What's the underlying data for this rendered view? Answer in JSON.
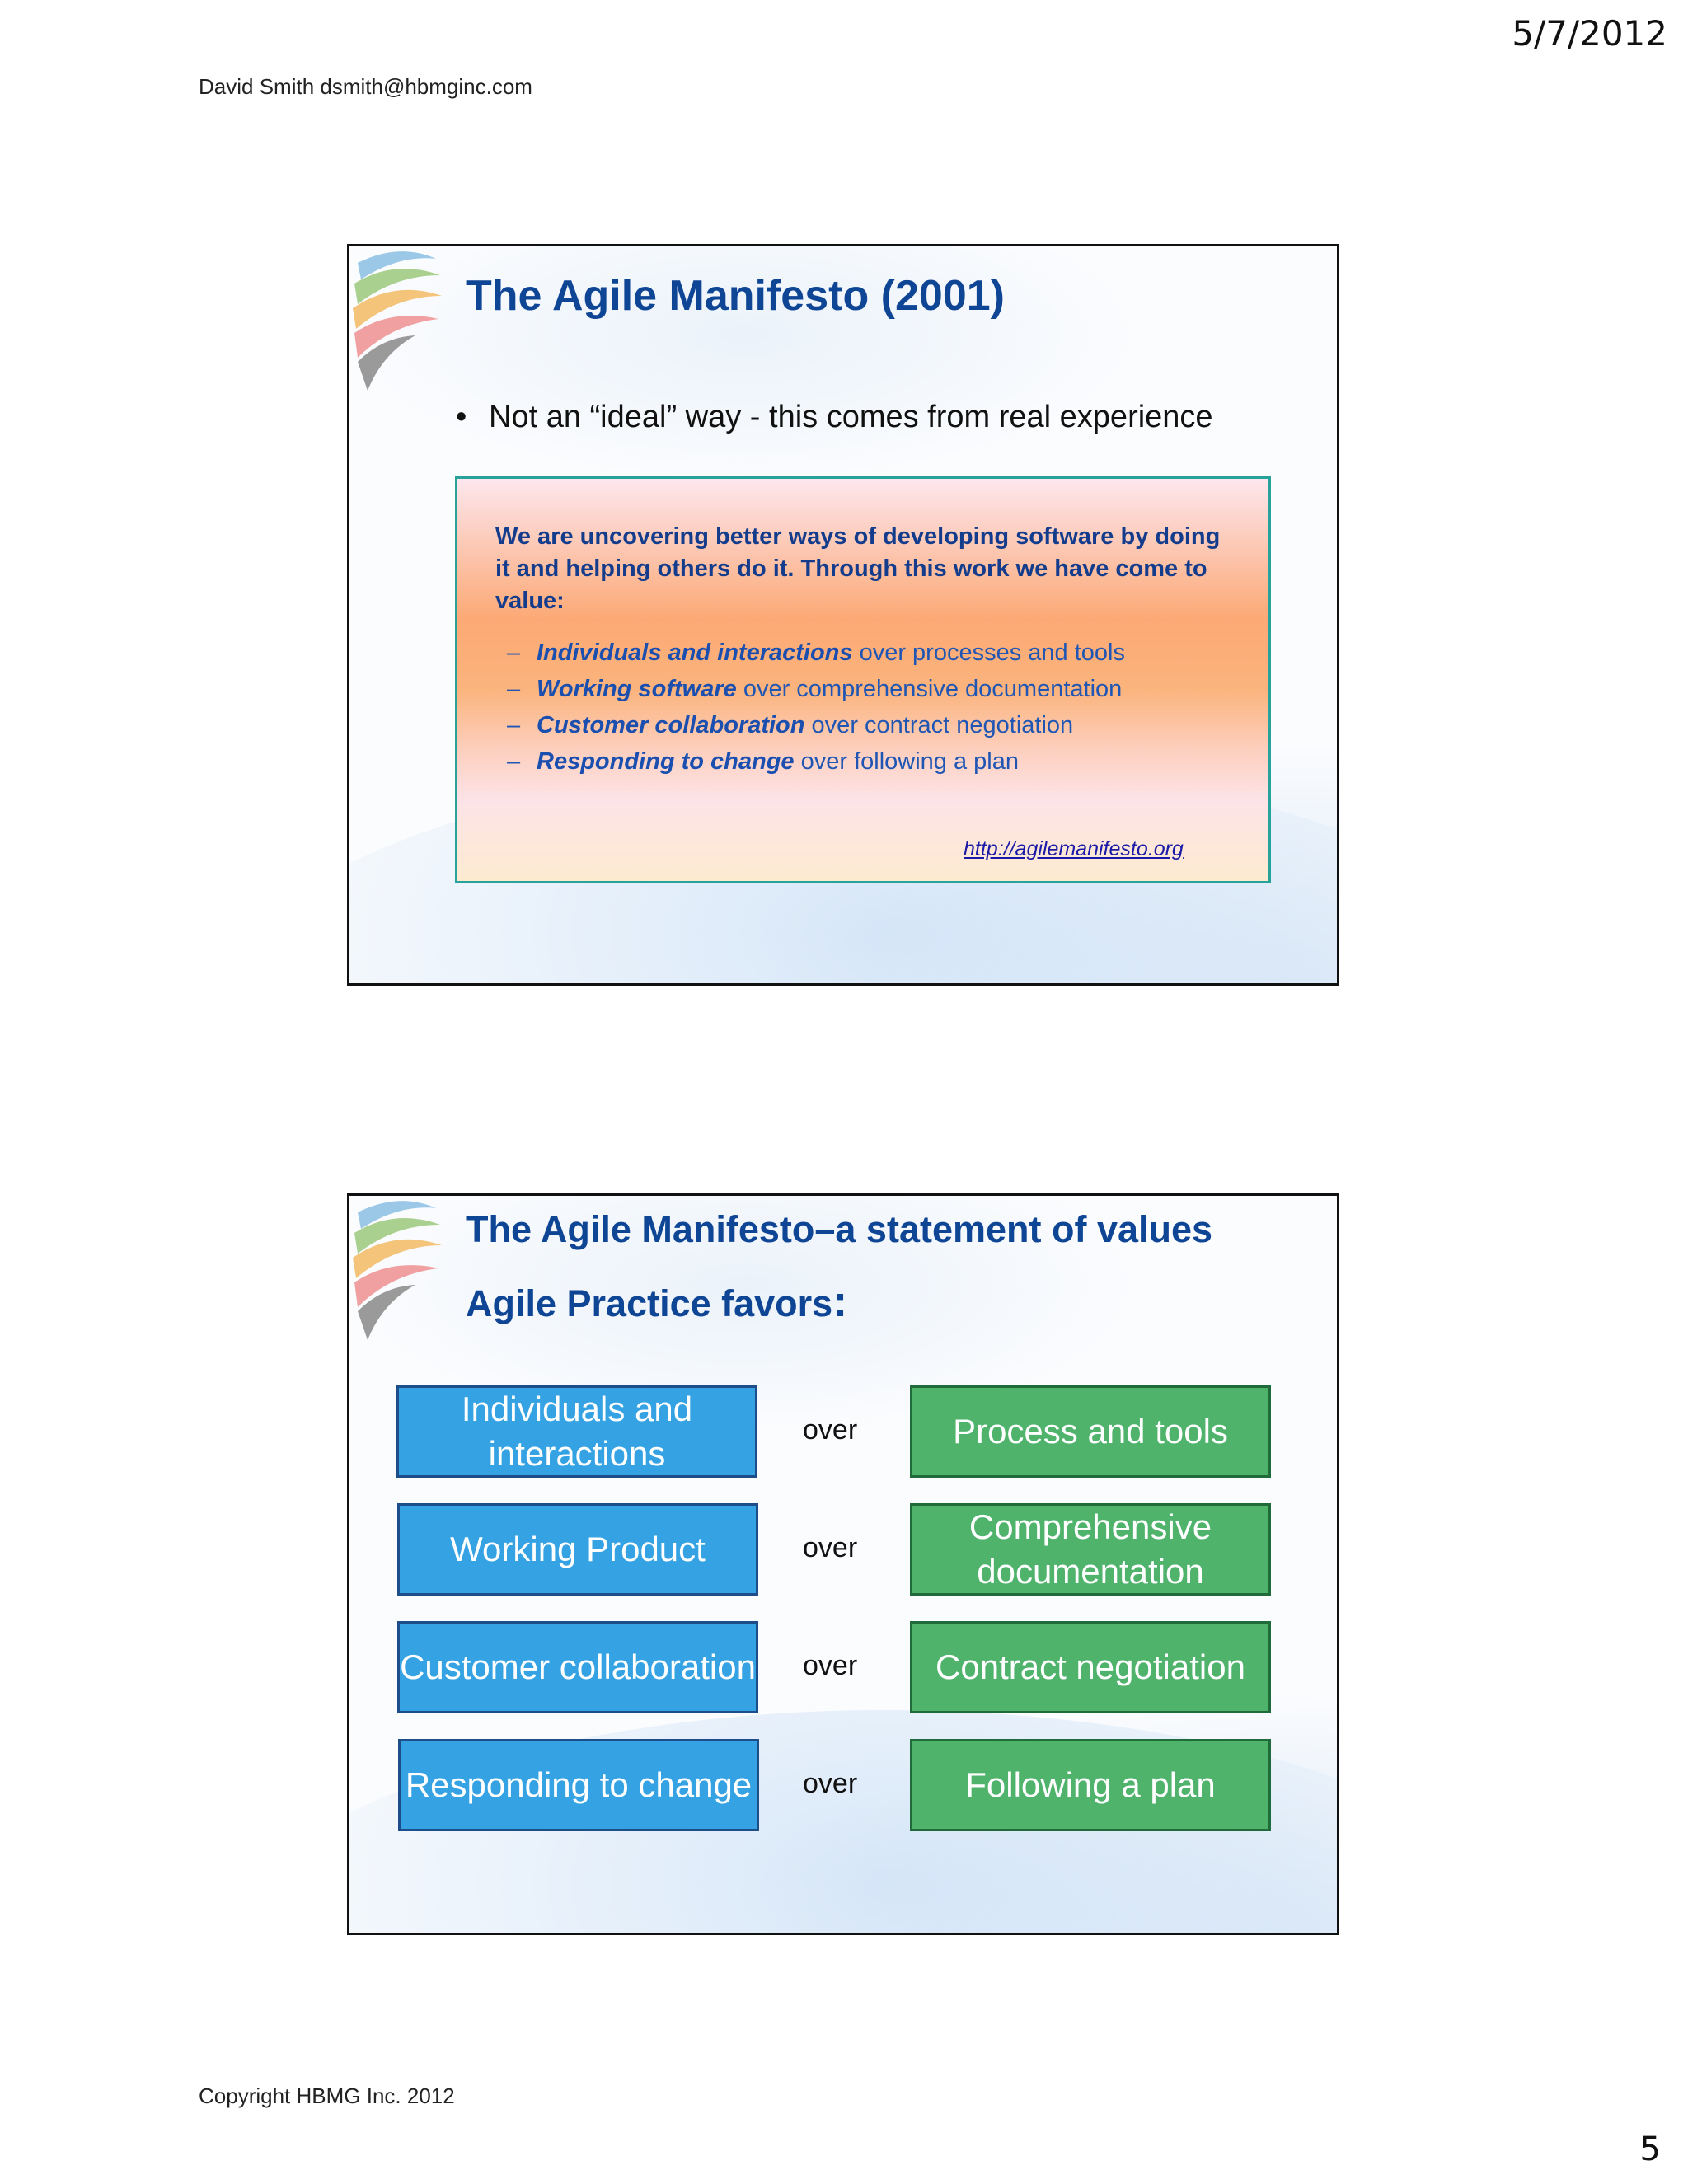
{
  "page": {
    "date": "5/7/2012",
    "author": "David Smith  dsmith@hbmginc.com",
    "copyright": "Copyright HBMG Inc. 2012",
    "page_number": "5"
  },
  "slide1": {
    "title": "The Agile Manifesto (2001)",
    "bullet_symbol": "•",
    "bullet": "Not an “ideal” way - this comes from real experience",
    "quote": {
      "intro": "We are uncovering better ways of developing software by doing it and helping others do it. Through this work we have come to value:",
      "dash": "–",
      "items": [
        {
          "lead": "Individuals and interactions",
          "rest": " over processes and tools"
        },
        {
          "lead": "Working software",
          "rest": " over comprehensive documentation"
        },
        {
          "lead": "Customer collaboration",
          "rest": " over contract negotiation"
        },
        {
          "lead": "Responding to change",
          "rest": " over following a plan"
        }
      ],
      "link": "http://agilemanifesto.org"
    }
  },
  "slide2": {
    "title": "The Agile Manifesto–a statement of values",
    "subtitle": "Agile Practice favors",
    "subtitle_colon": ":",
    "rows": [
      {
        "left": "Individuals and interactions",
        "over": "over",
        "right": "Process and tools"
      },
      {
        "left": "Working Product",
        "over": "over",
        "right": "Comprehensive documentation"
      },
      {
        "left": "Customer collaboration",
        "over": "over",
        "right": "Contract negotiation"
      },
      {
        "left": "Responding to change",
        "over": "over",
        "right": "Following a plan"
      }
    ]
  },
  "colors": {
    "title_blue": "#0f4595",
    "left_box": "#34a2e3",
    "right_box": "#4fb36c",
    "quote_border": "#27a39c"
  }
}
